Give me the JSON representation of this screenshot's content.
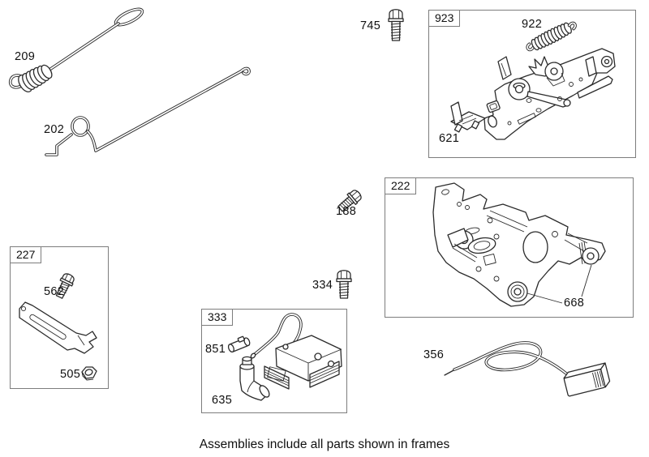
{
  "diagram": {
    "caption": "Assemblies include all parts shown in frames",
    "colors": {
      "ink": "#2b2b2b",
      "frame_border": "#7d7d7d",
      "paper": "#ffffff"
    },
    "parts": {
      "209": "209",
      "202": "202",
      "745": "745",
      "922": "922",
      "621": "621",
      "188": "188",
      "668": "668",
      "562": "562",
      "505": "505",
      "334": "334",
      "851": "851",
      "635": "635",
      "356": "356"
    },
    "frames": {
      "923": "923",
      "222": "222",
      "227": "227",
      "333": "333"
    }
  }
}
